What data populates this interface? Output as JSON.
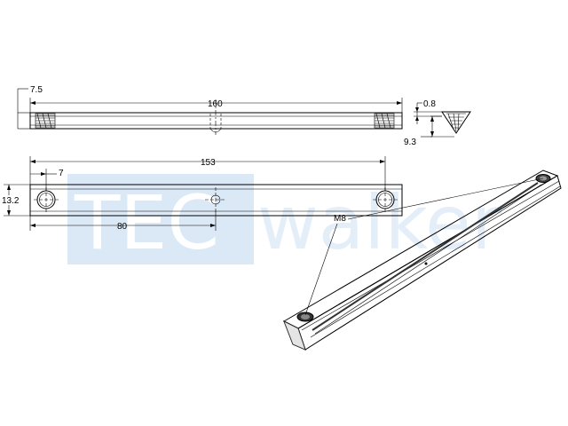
{
  "watermark": {
    "part1": "TEC",
    "part2": "walker",
    "box_color": "#dbe9f7",
    "text_color": "#e4eef9"
  },
  "dimensions": {
    "height_left": "7.5",
    "overall_length": "160",
    "end_thickness": "0.8",
    "end_height": "9.3",
    "hole_spacing": "153",
    "edge_to_hole": "7",
    "width": "13.2",
    "center_position": "80"
  },
  "callout": {
    "thread": "M8"
  },
  "colors": {
    "line": "#000000",
    "iso_shadow": "#555555"
  }
}
